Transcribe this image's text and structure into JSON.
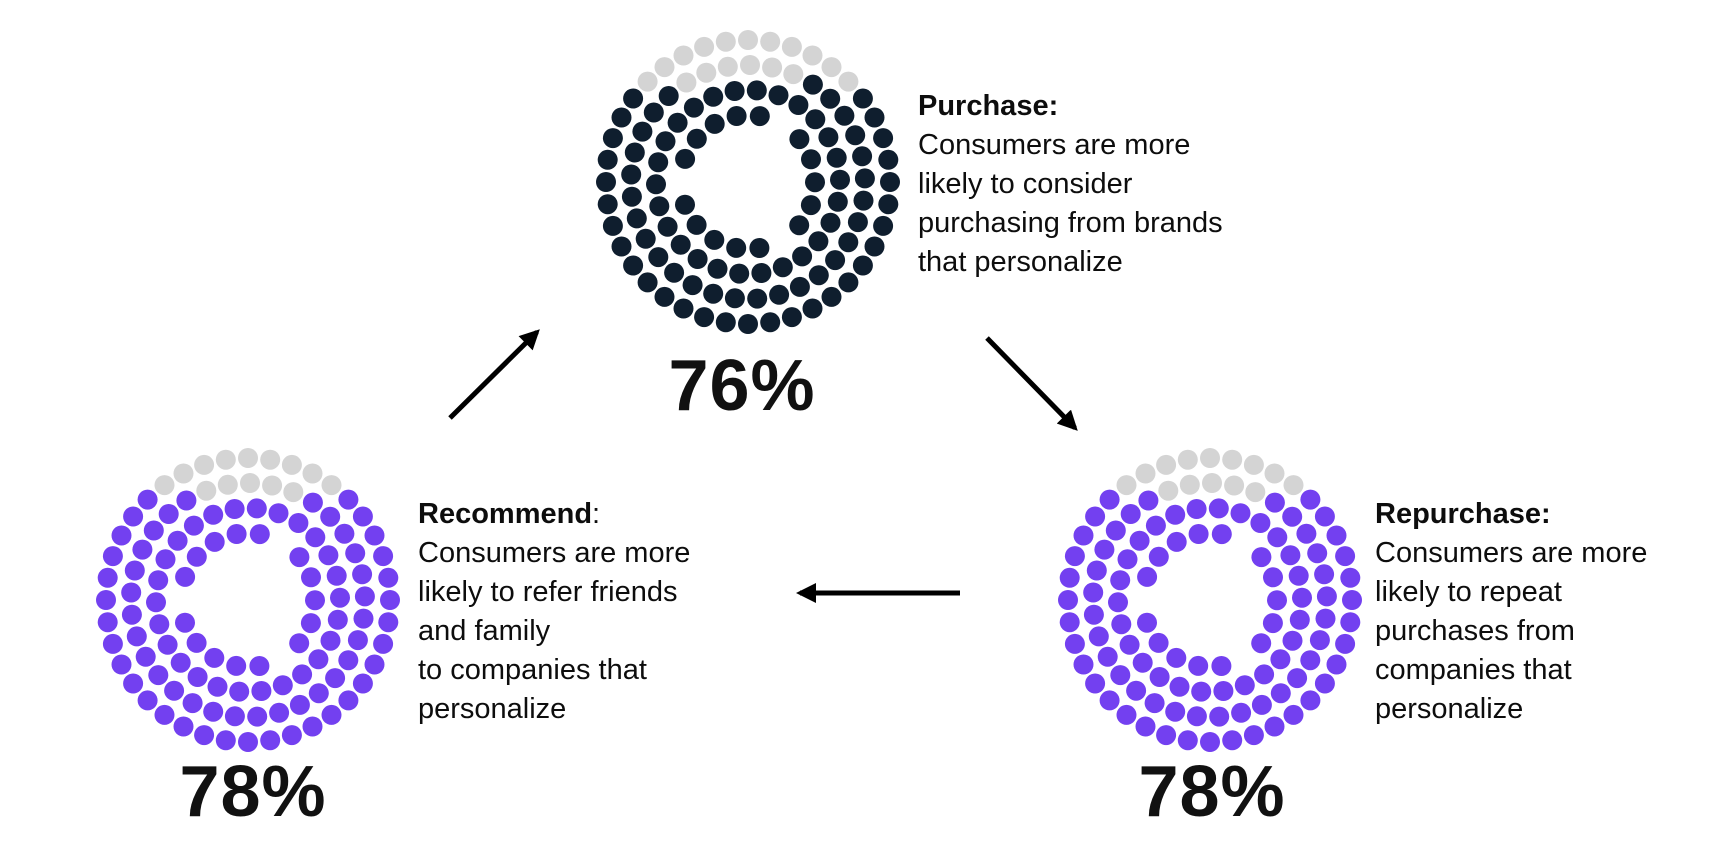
{
  "colors": {
    "inactive_dot": "#d4d4d4",
    "purchase_dot": "#0f1e2e",
    "personalize_dot": "#7340f0",
    "text": "#0d0d0d",
    "arrow": "#000000"
  },
  "stages": {
    "purchase": {
      "percent_label": "76%",
      "percent_value": 76,
      "title": "Purchase:",
      "lines": [
        "Consumers are more",
        "likely to consider",
        "purchasing from brands",
        "that personalize"
      ]
    },
    "repurchase": {
      "percent_label": "78%",
      "percent_value": 78,
      "title": "Repurchase:",
      "lines": [
        "Consumers are more",
        "likely to repeat",
        "purchases from",
        "companies that",
        "personalize"
      ]
    },
    "recommend": {
      "percent_label": "78%",
      "percent_value": 78,
      "title": "Recommend",
      "title_suffix": ":",
      "lines": [
        "Consumers are more",
        "likely to refer friends",
        "and family",
        "to companies that",
        "personalize"
      ]
    }
  }
}
